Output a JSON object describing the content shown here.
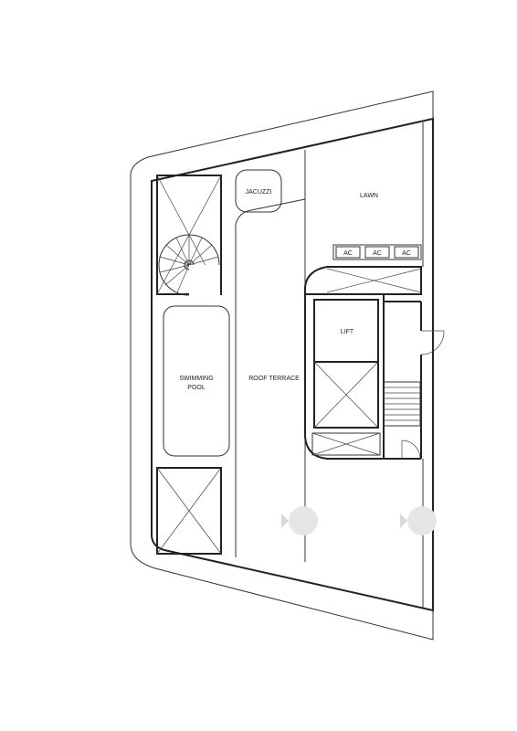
{
  "plan": {
    "rooms": {
      "lawn": "LAWN",
      "jacuzzi": "JACUZZI",
      "lift": "LIFT",
      "pool_line1": "SWIMMING",
      "pool_line2": "POOL",
      "terrace": "ROOF TERRACE"
    },
    "ac_units": [
      "AC",
      "AC",
      "AC"
    ]
  }
}
